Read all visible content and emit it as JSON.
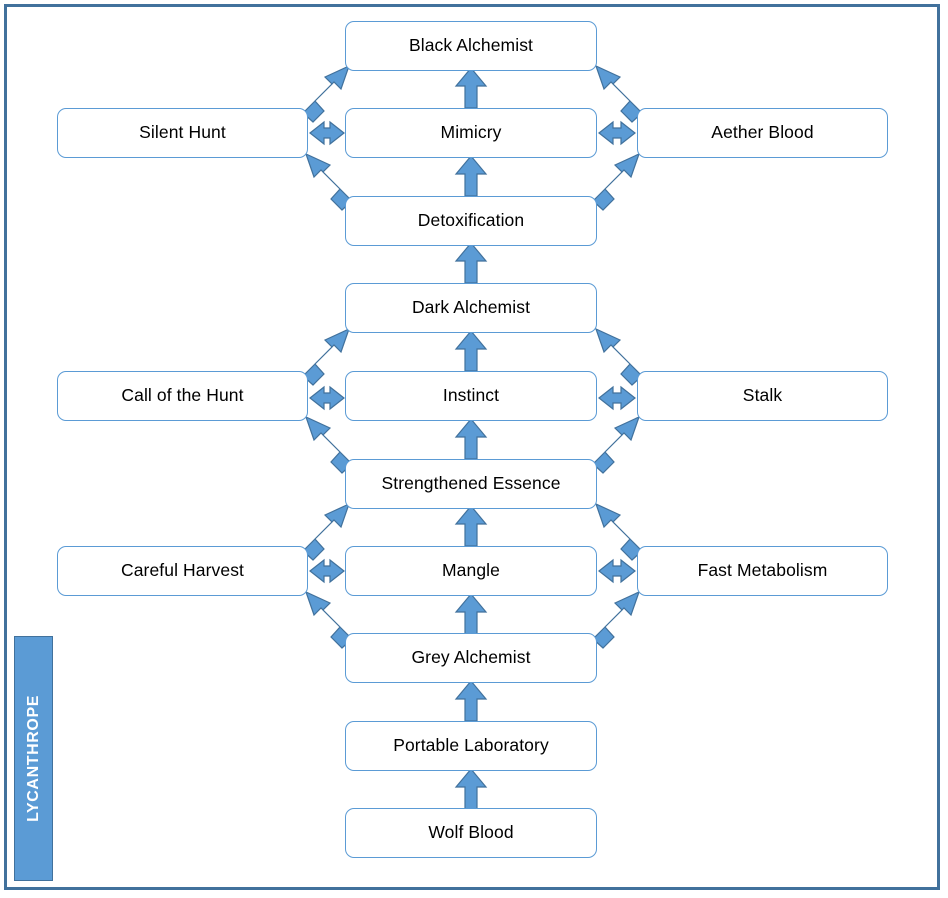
{
  "diagram": {
    "title_banner": "LYCANTHROPE",
    "colors": {
      "frame_border": "#41719C",
      "node_border": "#5B9BD5",
      "node_fill": "#FFFFFF",
      "arrow_fill": "#5B9BD5",
      "arrow_stroke": "#41719C",
      "banner_fill": "#5B9BD5",
      "banner_text": "#FFFFFF",
      "text": "#000000"
    },
    "center_column": [
      {
        "id": "black-alchemist",
        "label": "Black Alchemist"
      },
      {
        "id": "mimicry",
        "label": "Mimicry"
      },
      {
        "id": "detoxification",
        "label": "Detoxification"
      },
      {
        "id": "dark-alchemist",
        "label": "Dark Alchemist"
      },
      {
        "id": "instinct",
        "label": "Instinct"
      },
      {
        "id": "strengthened-essence",
        "label": "Strengthened Essence"
      },
      {
        "id": "mangle",
        "label": "Mangle"
      },
      {
        "id": "grey-alchemist",
        "label": "Grey Alchemist"
      },
      {
        "id": "portable-laboratory",
        "label": "Portable Laboratory"
      },
      {
        "id": "wolf-blood",
        "label": "Wolf Blood"
      }
    ],
    "left_column": [
      {
        "id": "silent-hunt",
        "label": "Silent Hunt"
      },
      {
        "id": "call-of-the-hunt",
        "label": "Call of the Hunt"
      },
      {
        "id": "careful-harvest",
        "label": "Careful Harvest"
      }
    ],
    "right_column": [
      {
        "id": "aether-blood",
        "label": "Aether Blood"
      },
      {
        "id": "stalk",
        "label": "Stalk"
      },
      {
        "id": "fast-metabolism",
        "label": "Fast Metabolism"
      }
    ],
    "connections": {
      "vertical_up": [
        "wolf-blood -> portable-laboratory",
        "portable-laboratory -> grey-alchemist",
        "grey-alchemist -> mangle",
        "mangle -> strengthened-essence",
        "strengthened-essence -> instinct",
        "instinct -> dark-alchemist",
        "dark-alchemist -> detoxification",
        "detoxification -> mimicry",
        "mimicry -> black-alchemist"
      ],
      "bidirectional": [
        "silent-hunt <-> mimicry",
        "mimicry <-> aether-blood",
        "call-of-the-hunt <-> instinct",
        "instinct <-> stalk",
        "careful-harvest <-> mangle",
        "mangle <-> fast-metabolism"
      ],
      "diagonal_up": [
        "silent-hunt -> black-alchemist",
        "aether-blood -> black-alchemist",
        "detoxification -> silent-hunt",
        "detoxification -> aether-blood",
        "call-of-the-hunt -> dark-alchemist",
        "stalk -> dark-alchemist",
        "strengthened-essence -> call-of-the-hunt",
        "strengthened-essence -> stalk",
        "careful-harvest -> strengthened-essence",
        "fast-metabolism -> strengthened-essence",
        "grey-alchemist -> careful-harvest",
        "grey-alchemist -> fast-metabolism"
      ]
    }
  }
}
